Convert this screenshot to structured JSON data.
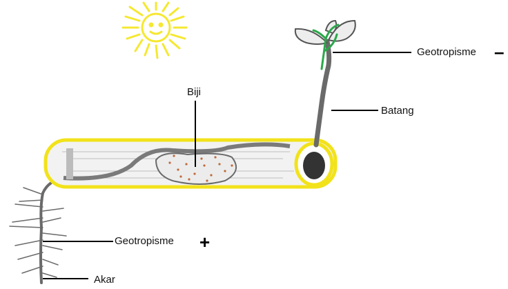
{
  "labels": {
    "biji": "Biji",
    "geotropisme_top": "Geotropisme",
    "geotropisme_top_sign": "–",
    "batang": "Batang",
    "geotropisme_bottom": "Geotropisme",
    "geotropisme_bottom_sign": "+",
    "akar": "Akar"
  },
  "colors": {
    "sun": "#f5e830",
    "tube_outline": "#f2e21a",
    "leaf_green": "#2aa84a",
    "seed_dots": "#c06a3a",
    "ink": "#000000",
    "sketch_gray": "#6a6a6a"
  },
  "icons": {
    "sun": "sun-icon",
    "seedling": "seedling-icon",
    "seed": "seed-icon"
  }
}
